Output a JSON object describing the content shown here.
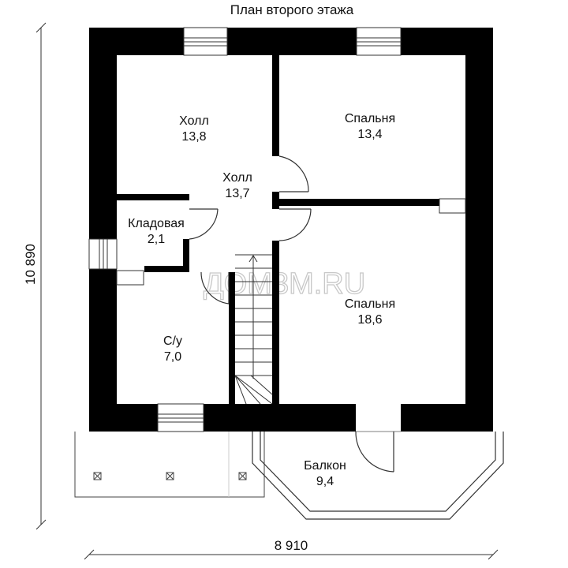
{
  "title": "План второго этажа",
  "watermark": "ДОМ3М.RU",
  "dimensions": {
    "height": "10 890",
    "width": "8 910"
  },
  "rooms": [
    {
      "name": "Холл",
      "area": "13,8"
    },
    {
      "name": "Спальня",
      "area": "13,4"
    },
    {
      "name": "Холл",
      "area": "13,7"
    },
    {
      "name": "Кладовая",
      "area": "2,1"
    },
    {
      "name": "Спальня",
      "area": "18,6"
    },
    {
      "name": "С/у",
      "area": "7,0"
    },
    {
      "name": "Балкон",
      "area": "9,4"
    }
  ],
  "colors": {
    "wall": "#000000",
    "line": "#333333",
    "background": "#ffffff"
  }
}
